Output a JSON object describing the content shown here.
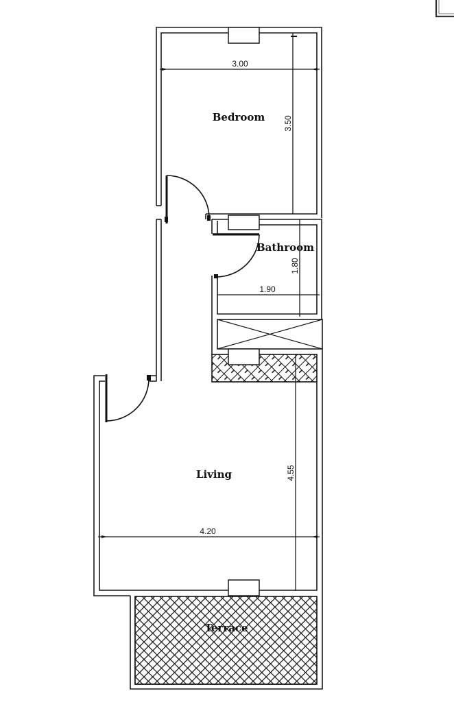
{
  "plan": {
    "rooms": [
      {
        "id": "bedroom",
        "label": "Bedroom"
      },
      {
        "id": "bathroom",
        "label": "Bathroom"
      },
      {
        "id": "living",
        "label": "Living"
      },
      {
        "id": "terrace",
        "label": "Terrace"
      }
    ],
    "dimensions": {
      "bedroom_width": "3.00",
      "bedroom_length": "3.50",
      "bathroom_width": "1.90",
      "bathroom_length": "1.80",
      "living_width": "4.20",
      "living_length": "4.55"
    },
    "colors": {
      "line": "#1a1a1a",
      "background": "#ffffff"
    }
  }
}
